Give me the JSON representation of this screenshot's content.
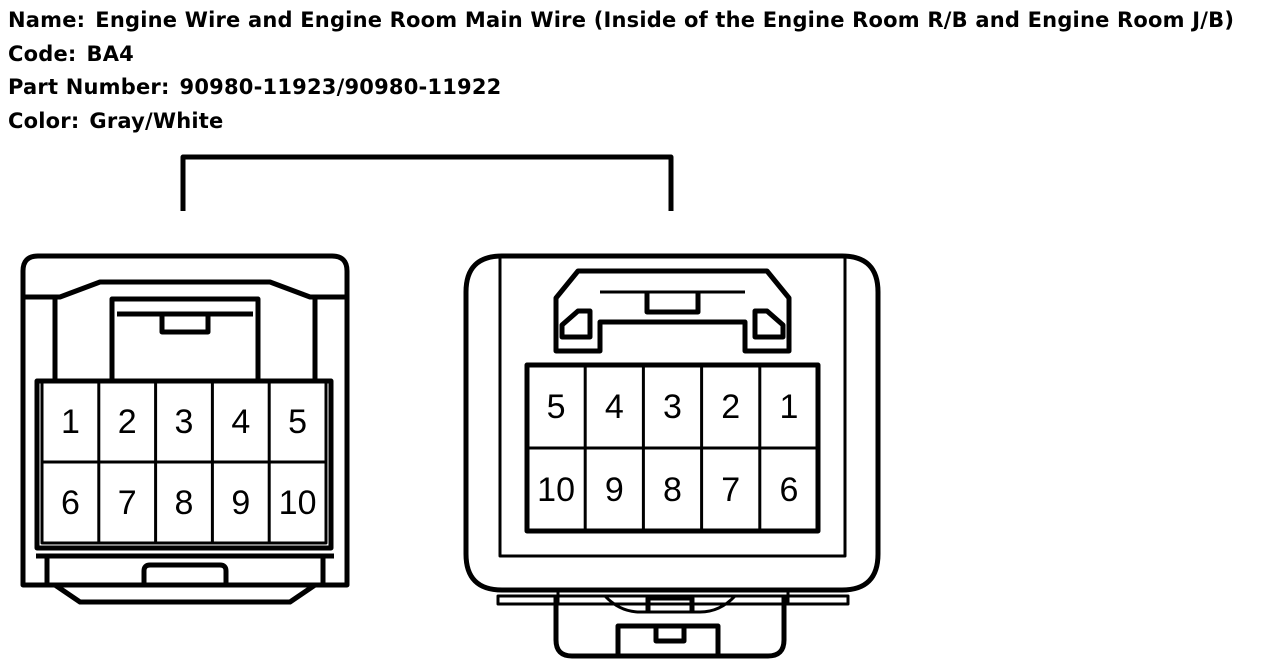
{
  "header": {
    "name_label": "Name:",
    "name_value": "Engine Wire and Engine Room Main Wire (Inside of the Engine Room R/B and Engine Room J/B)",
    "code_label": "Code:",
    "code_value": "BA4",
    "part_label": "Part Number:",
    "part_value": "90980-11923/90980-11922",
    "color_label": "Color:",
    "color_value": "Gray/White"
  },
  "connector_left": {
    "row1": [
      "1",
      "2",
      "3",
      "4",
      "5"
    ],
    "row2": [
      "6",
      "7",
      "8",
      "9",
      "10"
    ]
  },
  "connector_right": {
    "row1": [
      "5",
      "4",
      "3",
      "2",
      "1"
    ],
    "row2": [
      "10",
      "9",
      "8",
      "7",
      "6"
    ]
  }
}
